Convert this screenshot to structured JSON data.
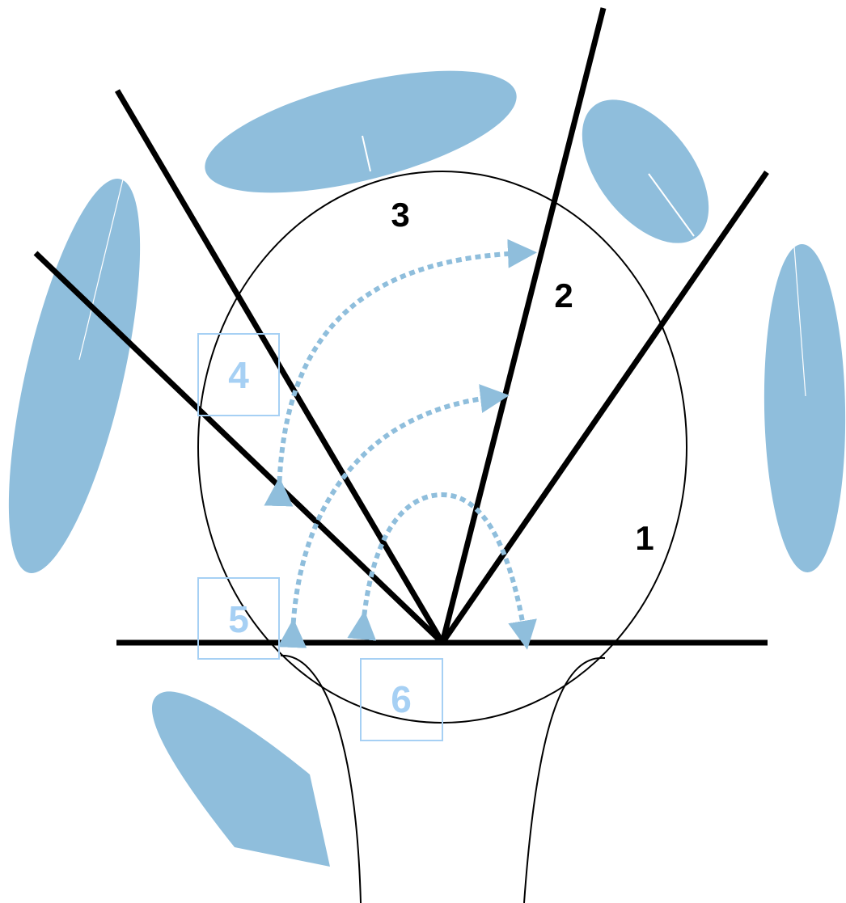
{
  "colors": {
    "petal": "#8fbedc",
    "arc": "#8fbedc",
    "box_label": "#a6d0f4",
    "box_border": "#a6d0f4",
    "line": "#000000"
  },
  "labels": {
    "region_1": "1",
    "region_2": "2",
    "region_3": "3",
    "box_4": "4",
    "box_5": "5",
    "box_6": "6"
  }
}
